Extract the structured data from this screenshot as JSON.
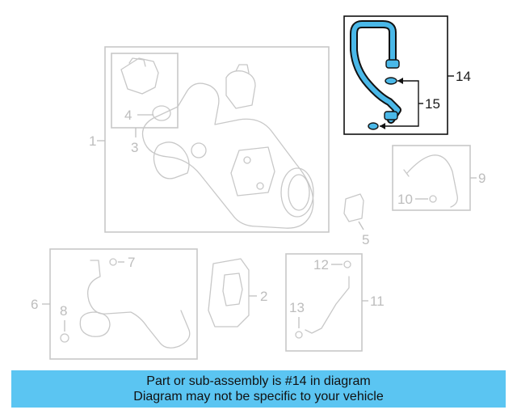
{
  "callouts": {
    "c1": "1",
    "c2": "2",
    "c3": "3",
    "c4": "4",
    "c5": "5",
    "c6": "6",
    "c7": "7",
    "c8": "8",
    "c9": "9",
    "c10": "10",
    "c11": "11",
    "c12": "12",
    "c13": "13",
    "c14": "14",
    "c15": "15"
  },
  "highlight": {
    "part_number": "14",
    "color": "#4ab8e8"
  },
  "banner": {
    "line1": "Part or sub-assembly is #14 in diagram",
    "line2": "Diagram may not be specific to your vehicle",
    "background": "#5bc5f2"
  }
}
